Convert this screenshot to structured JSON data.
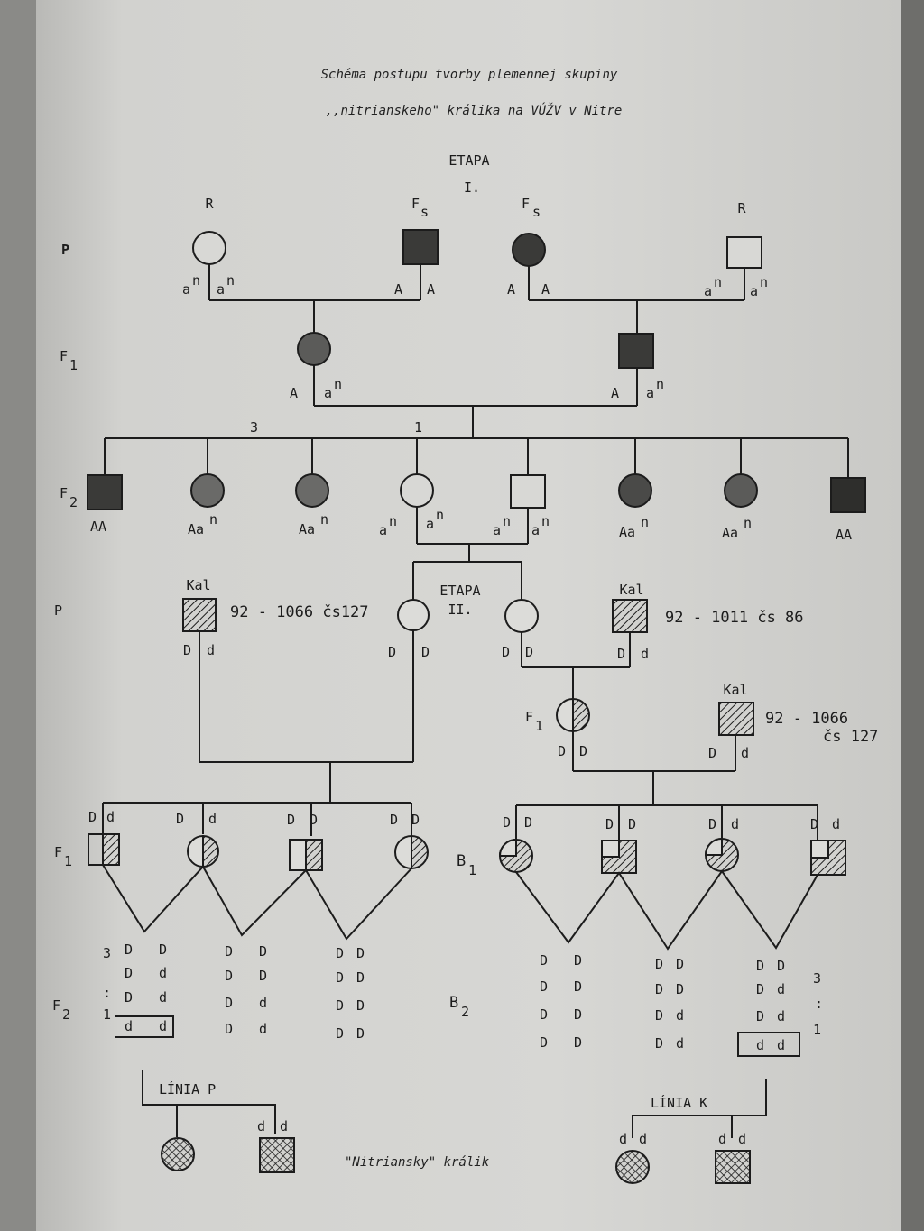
{
  "title": {
    "line1": "Schéma postupu tvorby plemennej skupiny",
    "line2": ",,nitrianskeho\" králika na VÚŽV v Nitre"
  },
  "stage1": {
    "heading": "ETAPA",
    "number": "I."
  },
  "stage2": {
    "heading": "ETAPA",
    "number": "II."
  },
  "row_labels": {
    "p_top": "P",
    "f1_top": "F",
    "f1_sub": "1",
    "f2": "F",
    "f2_sub": "2",
    "p_mid": "P",
    "f1_mid": "F",
    "f1_mid_sub": "1",
    "f1_low": "F",
    "f1_low_sub": "1",
    "b1": "B",
    "b1_sub": "1",
    "b2": "B",
    "b2_sub": "2",
    "f2_low": "F",
    "f2_low_sub": "2"
  },
  "parents": {
    "r_left": "R",
    "fs_left": "F",
    "fs_left_sub": "s",
    "fs_right": "F",
    "fs_right_sub": "s",
    "r_right": "R",
    "alleles": [
      "a",
      "n",
      "a",
      "n",
      "A",
      "A",
      "A",
      "A",
      "a",
      "n",
      "a",
      "n"
    ]
  },
  "f1_alleles": [
    "A",
    "a",
    "n",
    "A",
    "a",
    "n"
  ],
  "f2_counts": [
    "3",
    "1"
  ],
  "f2_genotypes": [
    "AA",
    "Aa",
    "n",
    "Aa",
    "n",
    "a",
    "n",
    "a",
    "n",
    "a",
    "n",
    "a",
    "n",
    "Aa",
    "n",
    "Aa",
    "n",
    "AA"
  ],
  "kal_left": {
    "label": "Kal",
    "code": "92 - 1066 čs127",
    "alleles": [
      "D",
      "d"
    ]
  },
  "kal_right": {
    "label": "Kal",
    "code": "92 - 1011 čs 86",
    "alleles": [
      "D",
      "d"
    ]
  },
  "kal_b": {
    "label": "Kal",
    "code1": "92 - 1066",
    "code2": "čs 127",
    "alleles": [
      "D",
      "d"
    ]
  },
  "mid_alleles": {
    "c1": [
      "D",
      "D"
    ],
    "c2": [
      "D",
      "D"
    ],
    "f1": [
      "D",
      "D"
    ]
  },
  "f1_low_genos": [
    [
      "D",
      "d"
    ],
    [
      "D",
      "d"
    ],
    [
      "D",
      "D"
    ],
    [
      "D",
      "D"
    ]
  ],
  "b1_genos": [
    [
      "D",
      "D"
    ],
    [
      "D",
      "D"
    ],
    [
      "D",
      "d"
    ],
    [
      "D",
      "d"
    ]
  ],
  "f2_groups": {
    "g1": [
      "D D",
      "D d",
      "D d",
      "d d"
    ],
    "g1_ratio": [
      "3",
      ":",
      "1"
    ],
    "g2": [
      "D D",
      "D D",
      "D d",
      "D d"
    ],
    "g3": [
      "D D",
      "D D",
      "D D",
      "D D"
    ]
  },
  "b2_groups": {
    "g1": [
      "D D",
      "D D",
      "D D",
      "D D"
    ],
    "g2": [
      "D D",
      "D D",
      "D d",
      "D d"
    ],
    "g3": [
      "D D",
      "D d",
      "D d",
      "d d"
    ],
    "g3_ratio": [
      "3",
      ":",
      "1"
    ]
  },
  "lines": {
    "p": {
      "label": "LÍNIA P",
      "alleles": [
        "d",
        "d"
      ]
    },
    "k": {
      "label": "LÍNIA K",
      "alleles": [
        "d",
        "d",
        "d",
        "d"
      ]
    }
  },
  "footer": "\"Nitriansky\" králik"
}
